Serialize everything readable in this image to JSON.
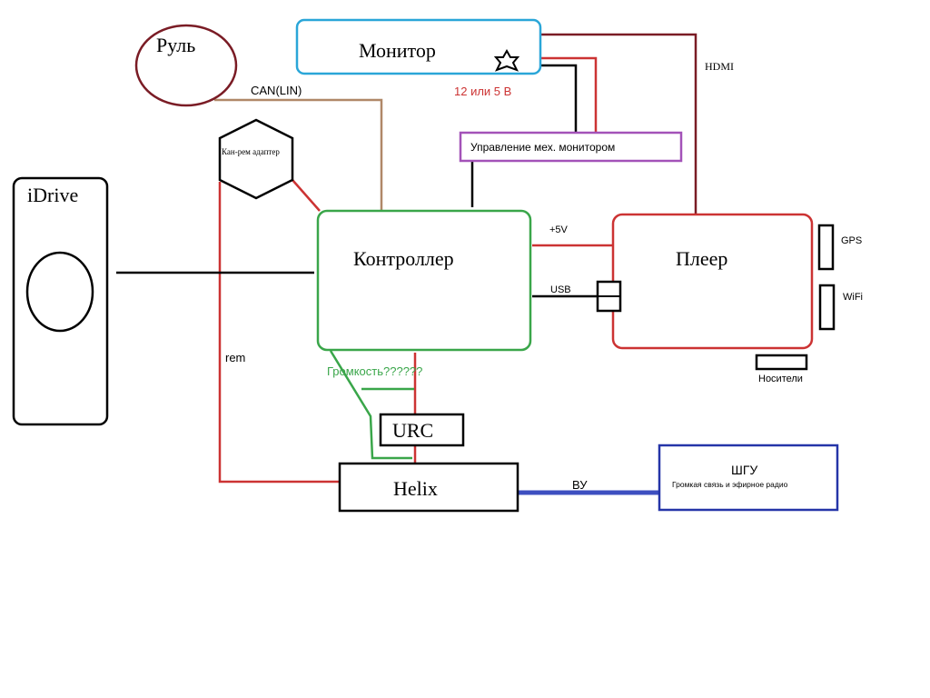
{
  "colors": {
    "black": "#000000",
    "red": "#cc3333",
    "dark_red": "#7a1c25",
    "brown": "#b08868",
    "green": "#3aa64a",
    "purple": "#a352b8",
    "cyan": "#2aa6d8",
    "navy": "#2535a8",
    "blue_line": "#3d4fc0"
  },
  "nodes": {
    "steering": "Руль",
    "monitor": "Монитор",
    "monitor_control": "Управление мех. монитором",
    "adapter": "Кан-рем адаптер",
    "idrive": "iDrive",
    "controller": "Контроллер",
    "player": "Плеер",
    "gps": "GPS",
    "wifi": "WiFi",
    "media": "Носители",
    "urc": "URC",
    "helix": "Helix",
    "shgu": "ШГУ",
    "shgu_sub": "Громкая связь и эфирное радио"
  },
  "labels": {
    "can_lin": "CAN(LIN)",
    "voltage": "12 или 5 В",
    "hdmi": "HDMI",
    "plus5v": "+5V",
    "usb": "USB",
    "rem": "rem",
    "volume": "Громкость??????",
    "vu": "ВУ"
  },
  "icons": {
    "monitor_connector": "star-icon"
  }
}
